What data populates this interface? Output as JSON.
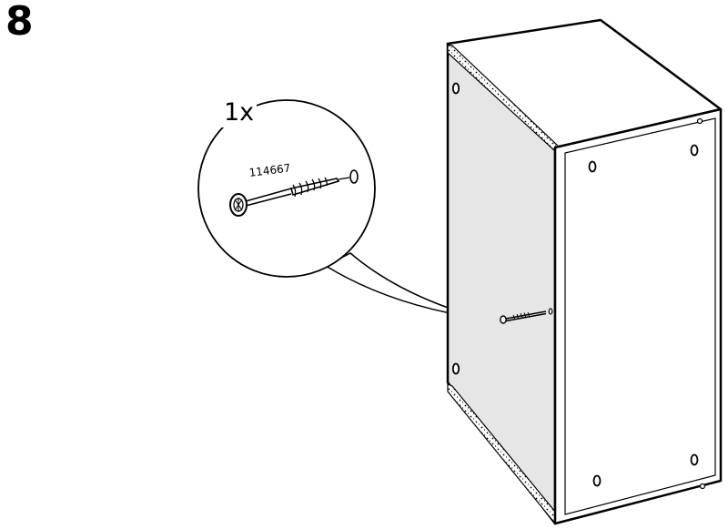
{
  "step": {
    "number": "8"
  },
  "callout": {
    "quantity": "1x",
    "part_number": "114667"
  },
  "colors": {
    "line": "#000000",
    "panel_fill": "#e6e6e6",
    "background": "#ffffff"
  },
  "icons": [
    "screw-icon",
    "magnifier-callout",
    "cabinet-illustration"
  ]
}
